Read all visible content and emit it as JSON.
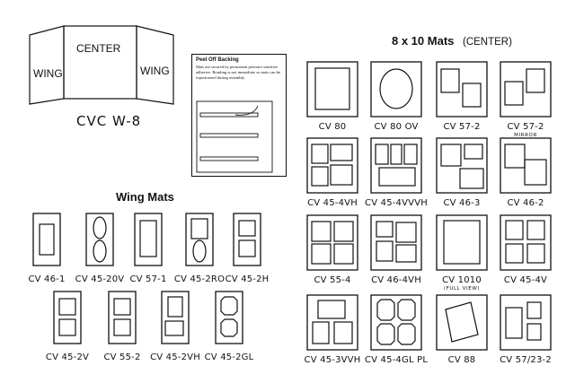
{
  "panel": {
    "center_label": "CENTER",
    "wing_left_label": "WING",
    "wing_right_label": "WING",
    "model": "CVC W-8"
  },
  "peel_off": {
    "title": "Peel Off Backing",
    "text": "Mats are secured by permanent pressure sensitive adhesive. Bonding is not immediate so mats can be repositioned during assembly."
  },
  "center_section": {
    "title": "8 x 10 Mats",
    "note": "(CENTER)",
    "items": [
      {
        "label": "CV 80",
        "sub": ""
      },
      {
        "label": "CV 80 OV",
        "sub": ""
      },
      {
        "label": "CV 57-2",
        "sub": ""
      },
      {
        "label": "CV 57-2",
        "sub": "MIRROR"
      },
      {
        "label": "CV 45-4VH",
        "sub": ""
      },
      {
        "label": "CV 45-4VVVH",
        "sub": ""
      },
      {
        "label": "CV 46-3",
        "sub": ""
      },
      {
        "label": "CV 46-2",
        "sub": ""
      },
      {
        "label": "CV 55-4",
        "sub": ""
      },
      {
        "label": "CV 46-4VH",
        "sub": ""
      },
      {
        "label": "CV 1010",
        "sub": "(FULL VIEW)"
      },
      {
        "label": "CV 45-4V",
        "sub": ""
      },
      {
        "label": "CV 45-3VVH",
        "sub": ""
      },
      {
        "label": "CV 45-4GL PL",
        "sub": ""
      },
      {
        "label": "CV 88",
        "sub": ""
      },
      {
        "label": "CV 57/23-2",
        "sub": ""
      }
    ]
  },
  "wing_section": {
    "title": "Wing Mats",
    "items": [
      {
        "label": "CV 46-1"
      },
      {
        "label": "CV 45-20V"
      },
      {
        "label": "CV 57-1"
      },
      {
        "label": "CV 45-2RO"
      },
      {
        "label": "CV 45-2H"
      },
      {
        "label": "CV 45-2V"
      },
      {
        "label": "CV 55-2"
      },
      {
        "label": "CV 45-2VH"
      },
      {
        "label": "CV 45-2GL"
      }
    ]
  }
}
